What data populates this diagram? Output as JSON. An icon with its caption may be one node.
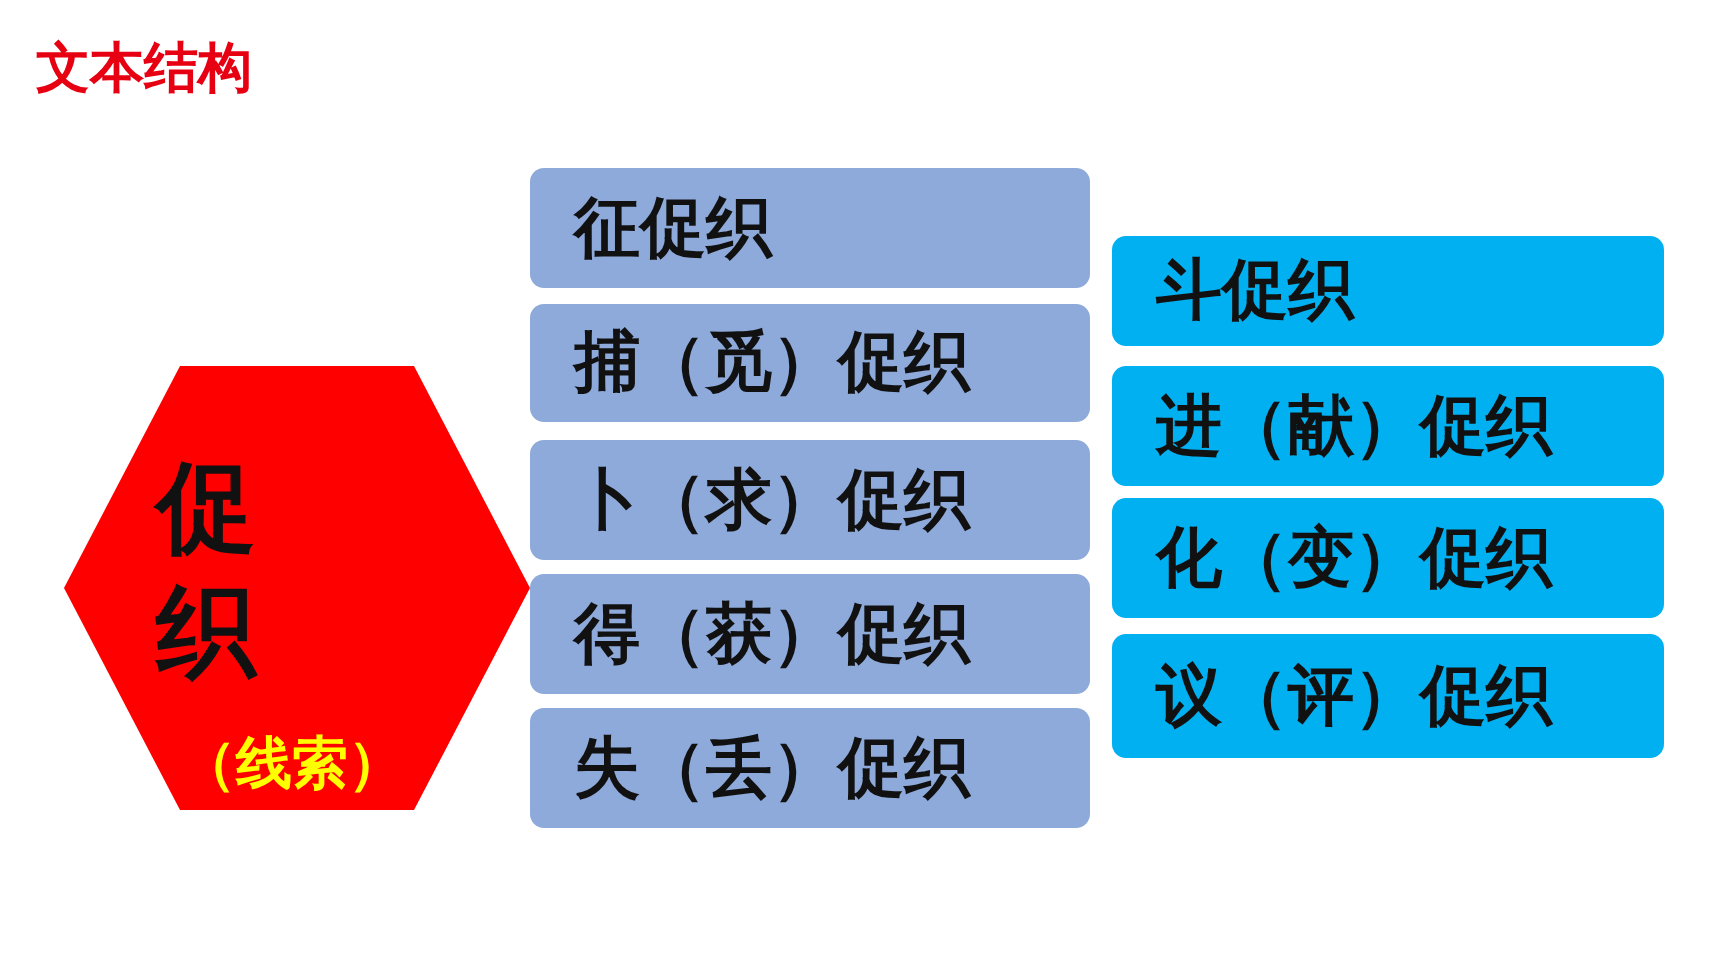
{
  "diagram": {
    "title": "文本结构",
    "nodes": [
      {
        "text": [
          "促织",
          "（线索）"
        ]
      },
      {
        "text": [
          "征促织"
        ]
      },
      {
        "text": [
          "捕（觅）促织"
        ]
      },
      {
        "text": [
          "卜（求）促织"
        ]
      },
      {
        "text": [
          "得（获）促织"
        ]
      },
      {
        "text": [
          "失（丢）促织"
        ]
      },
      {
        "text": [
          "斗促织"
        ]
      },
      {
        "text": [
          "进（献）促织"
        ]
      },
      {
        "text": [
          "化（变）促织"
        ]
      },
      {
        "text": [
          "议（评）促织"
        ]
      }
    ]
  }
}
